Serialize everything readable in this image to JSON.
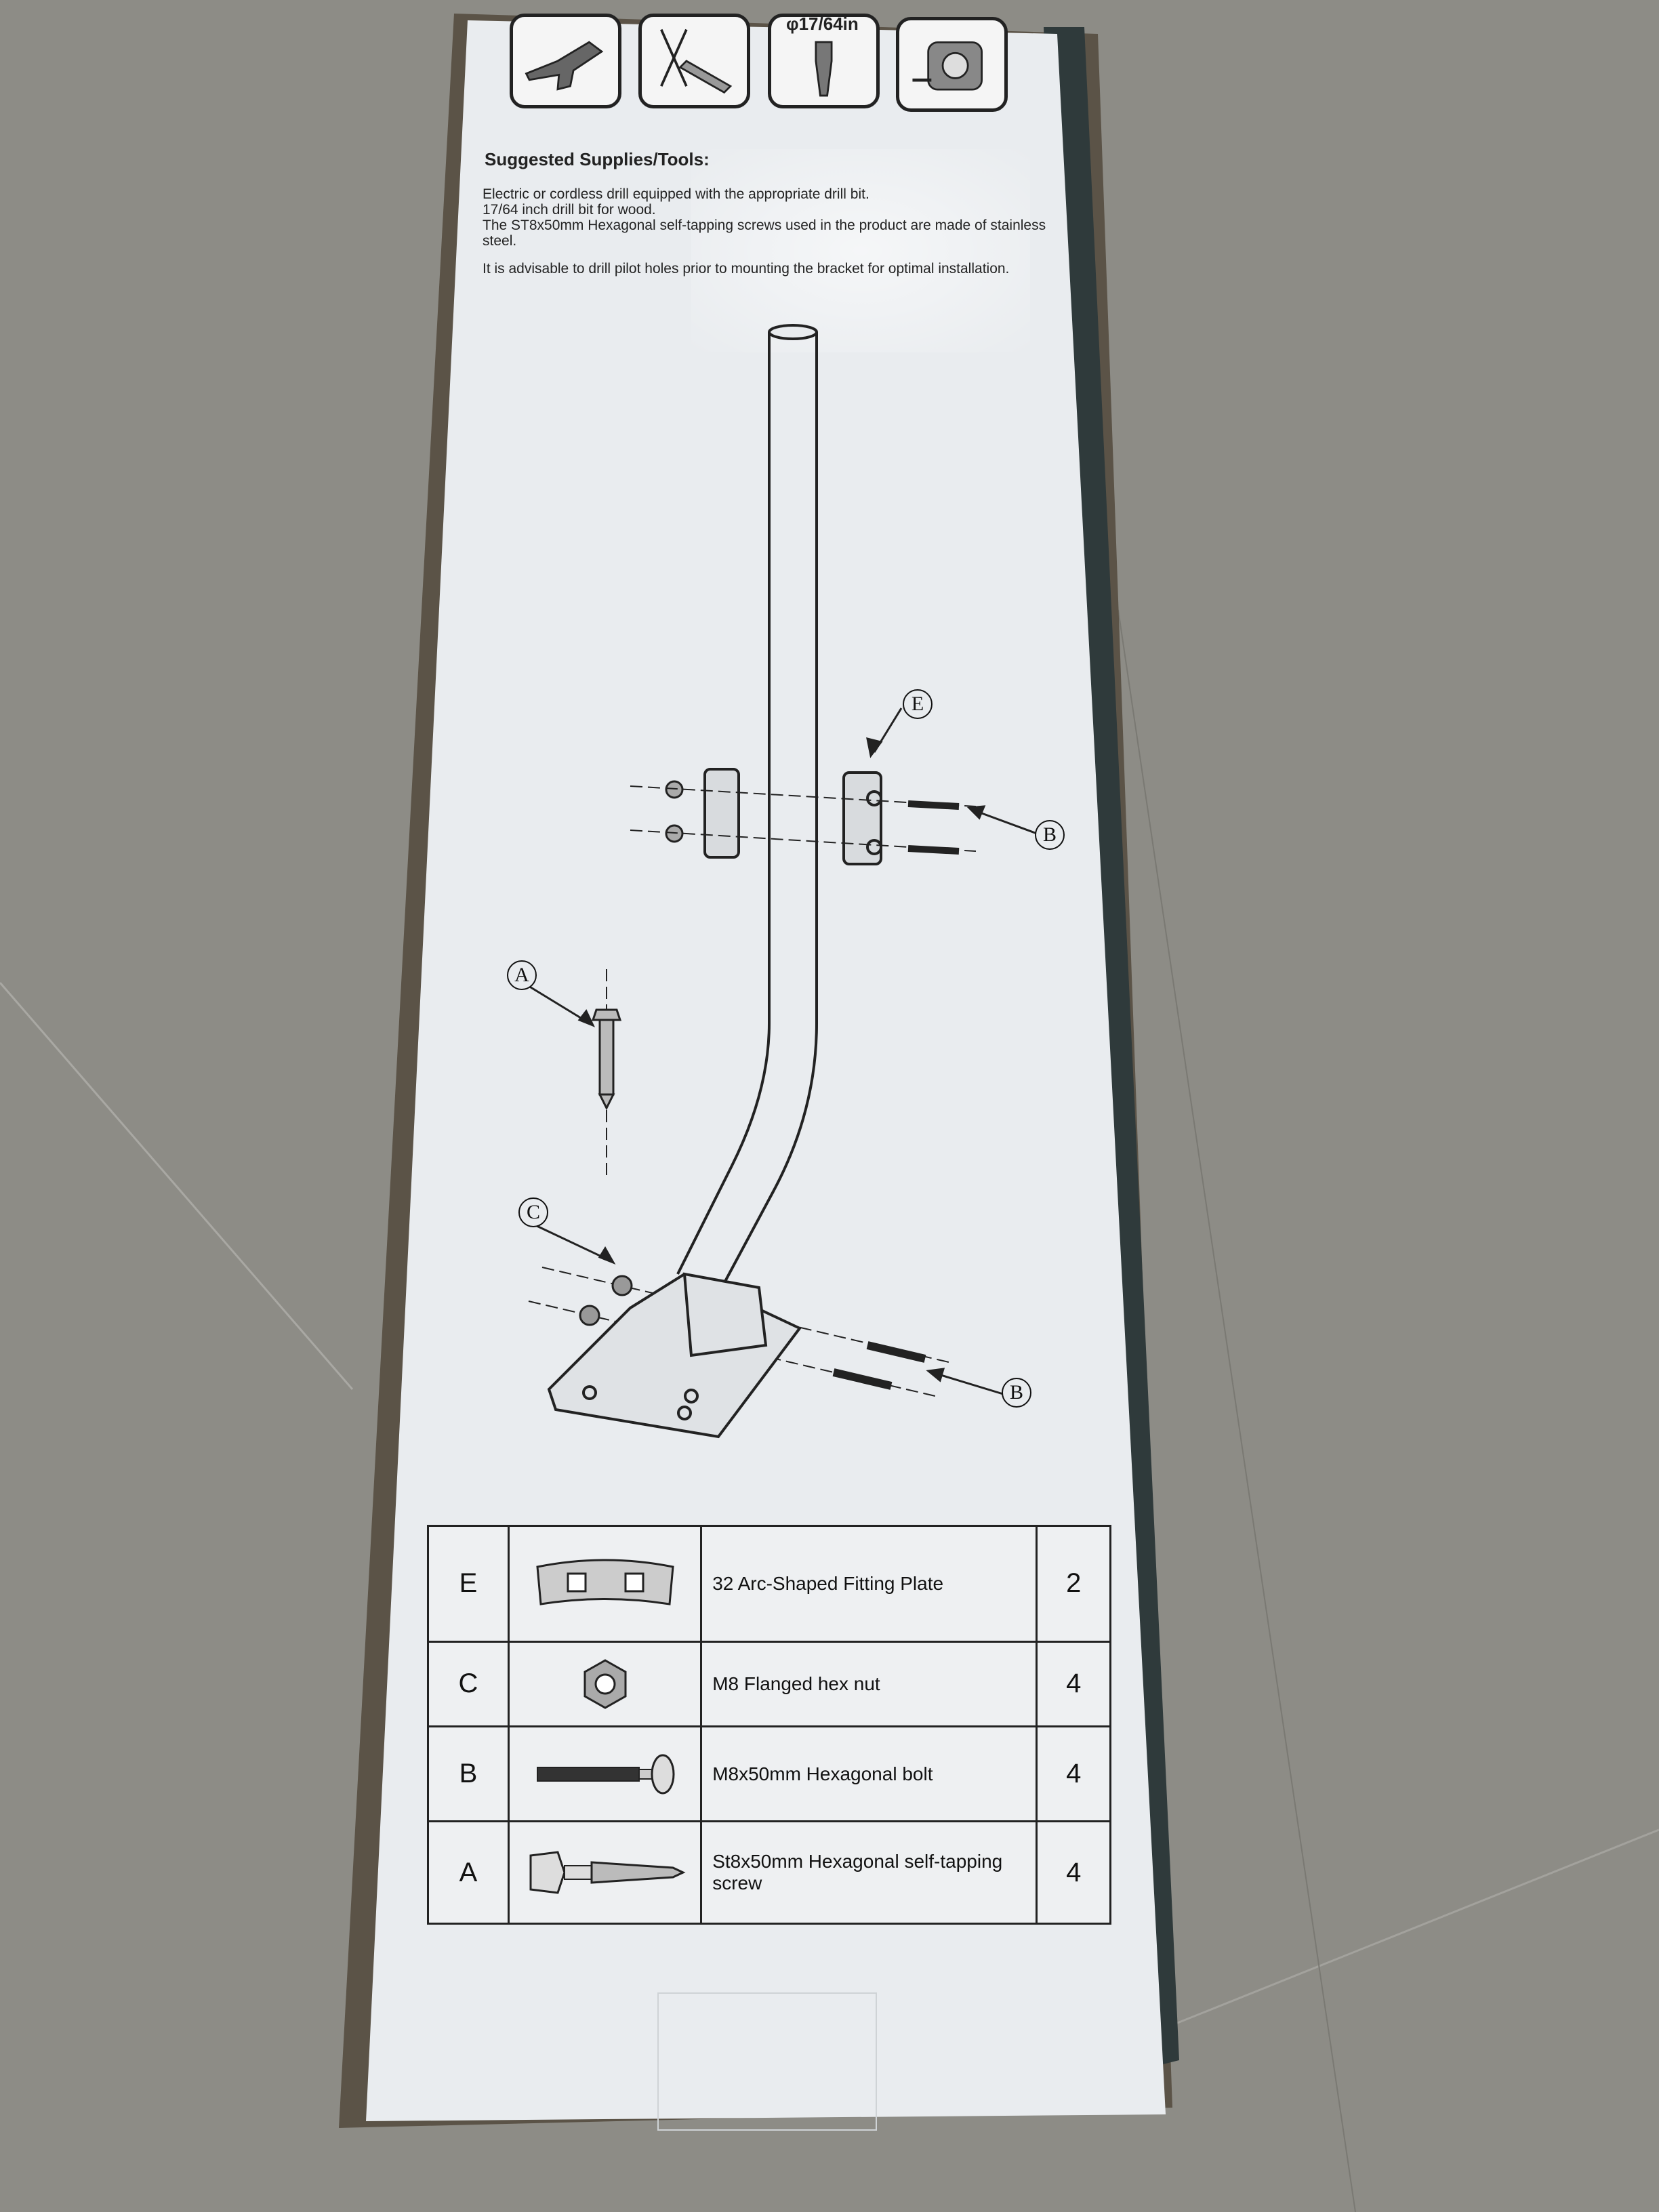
{
  "tools": {
    "drill_size": "φ17/64in",
    "icons": [
      "drill-icon",
      "pencil-mark-icon",
      "drill-bit-icon",
      "tape-measure-icon"
    ]
  },
  "supplies": {
    "title": "Suggested Supplies/Tools:",
    "line1": "Electric or cordless drill equipped with the appropriate drill bit.",
    "line2": "17/64 inch drill bit for wood.",
    "line3": "The ST8x50mm Hexagonal self-tapping screws used in the product are made of stainless steel.",
    "note": "It is advisable to drill pilot holes prior to mounting the bracket for optimal installation."
  },
  "callouts": {
    "e": "E",
    "b_top": "B",
    "a": "A",
    "c": "C",
    "b_bottom": "B"
  },
  "parts": [
    {
      "letter": "E",
      "description": "32 Arc-Shaped Fitting Plate",
      "quantity": "2",
      "icon": "arc-plate-icon"
    },
    {
      "letter": "C",
      "description": "M8 Flanged hex nut",
      "quantity": "4",
      "icon": "hex-nut-icon"
    },
    {
      "letter": "B",
      "description": "M8x50mm Hexagonal bolt",
      "quantity": "4",
      "icon": "bolt-icon"
    },
    {
      "letter": "A",
      "description": "St8x50mm Hexagonal self-tapping screw",
      "quantity": "4",
      "icon": "screw-icon"
    }
  ],
  "colors": {
    "floor": "#8d8c86",
    "box_panel": "#e9ecef",
    "box_edge": "#2f3a3b",
    "ink": "#222222"
  }
}
